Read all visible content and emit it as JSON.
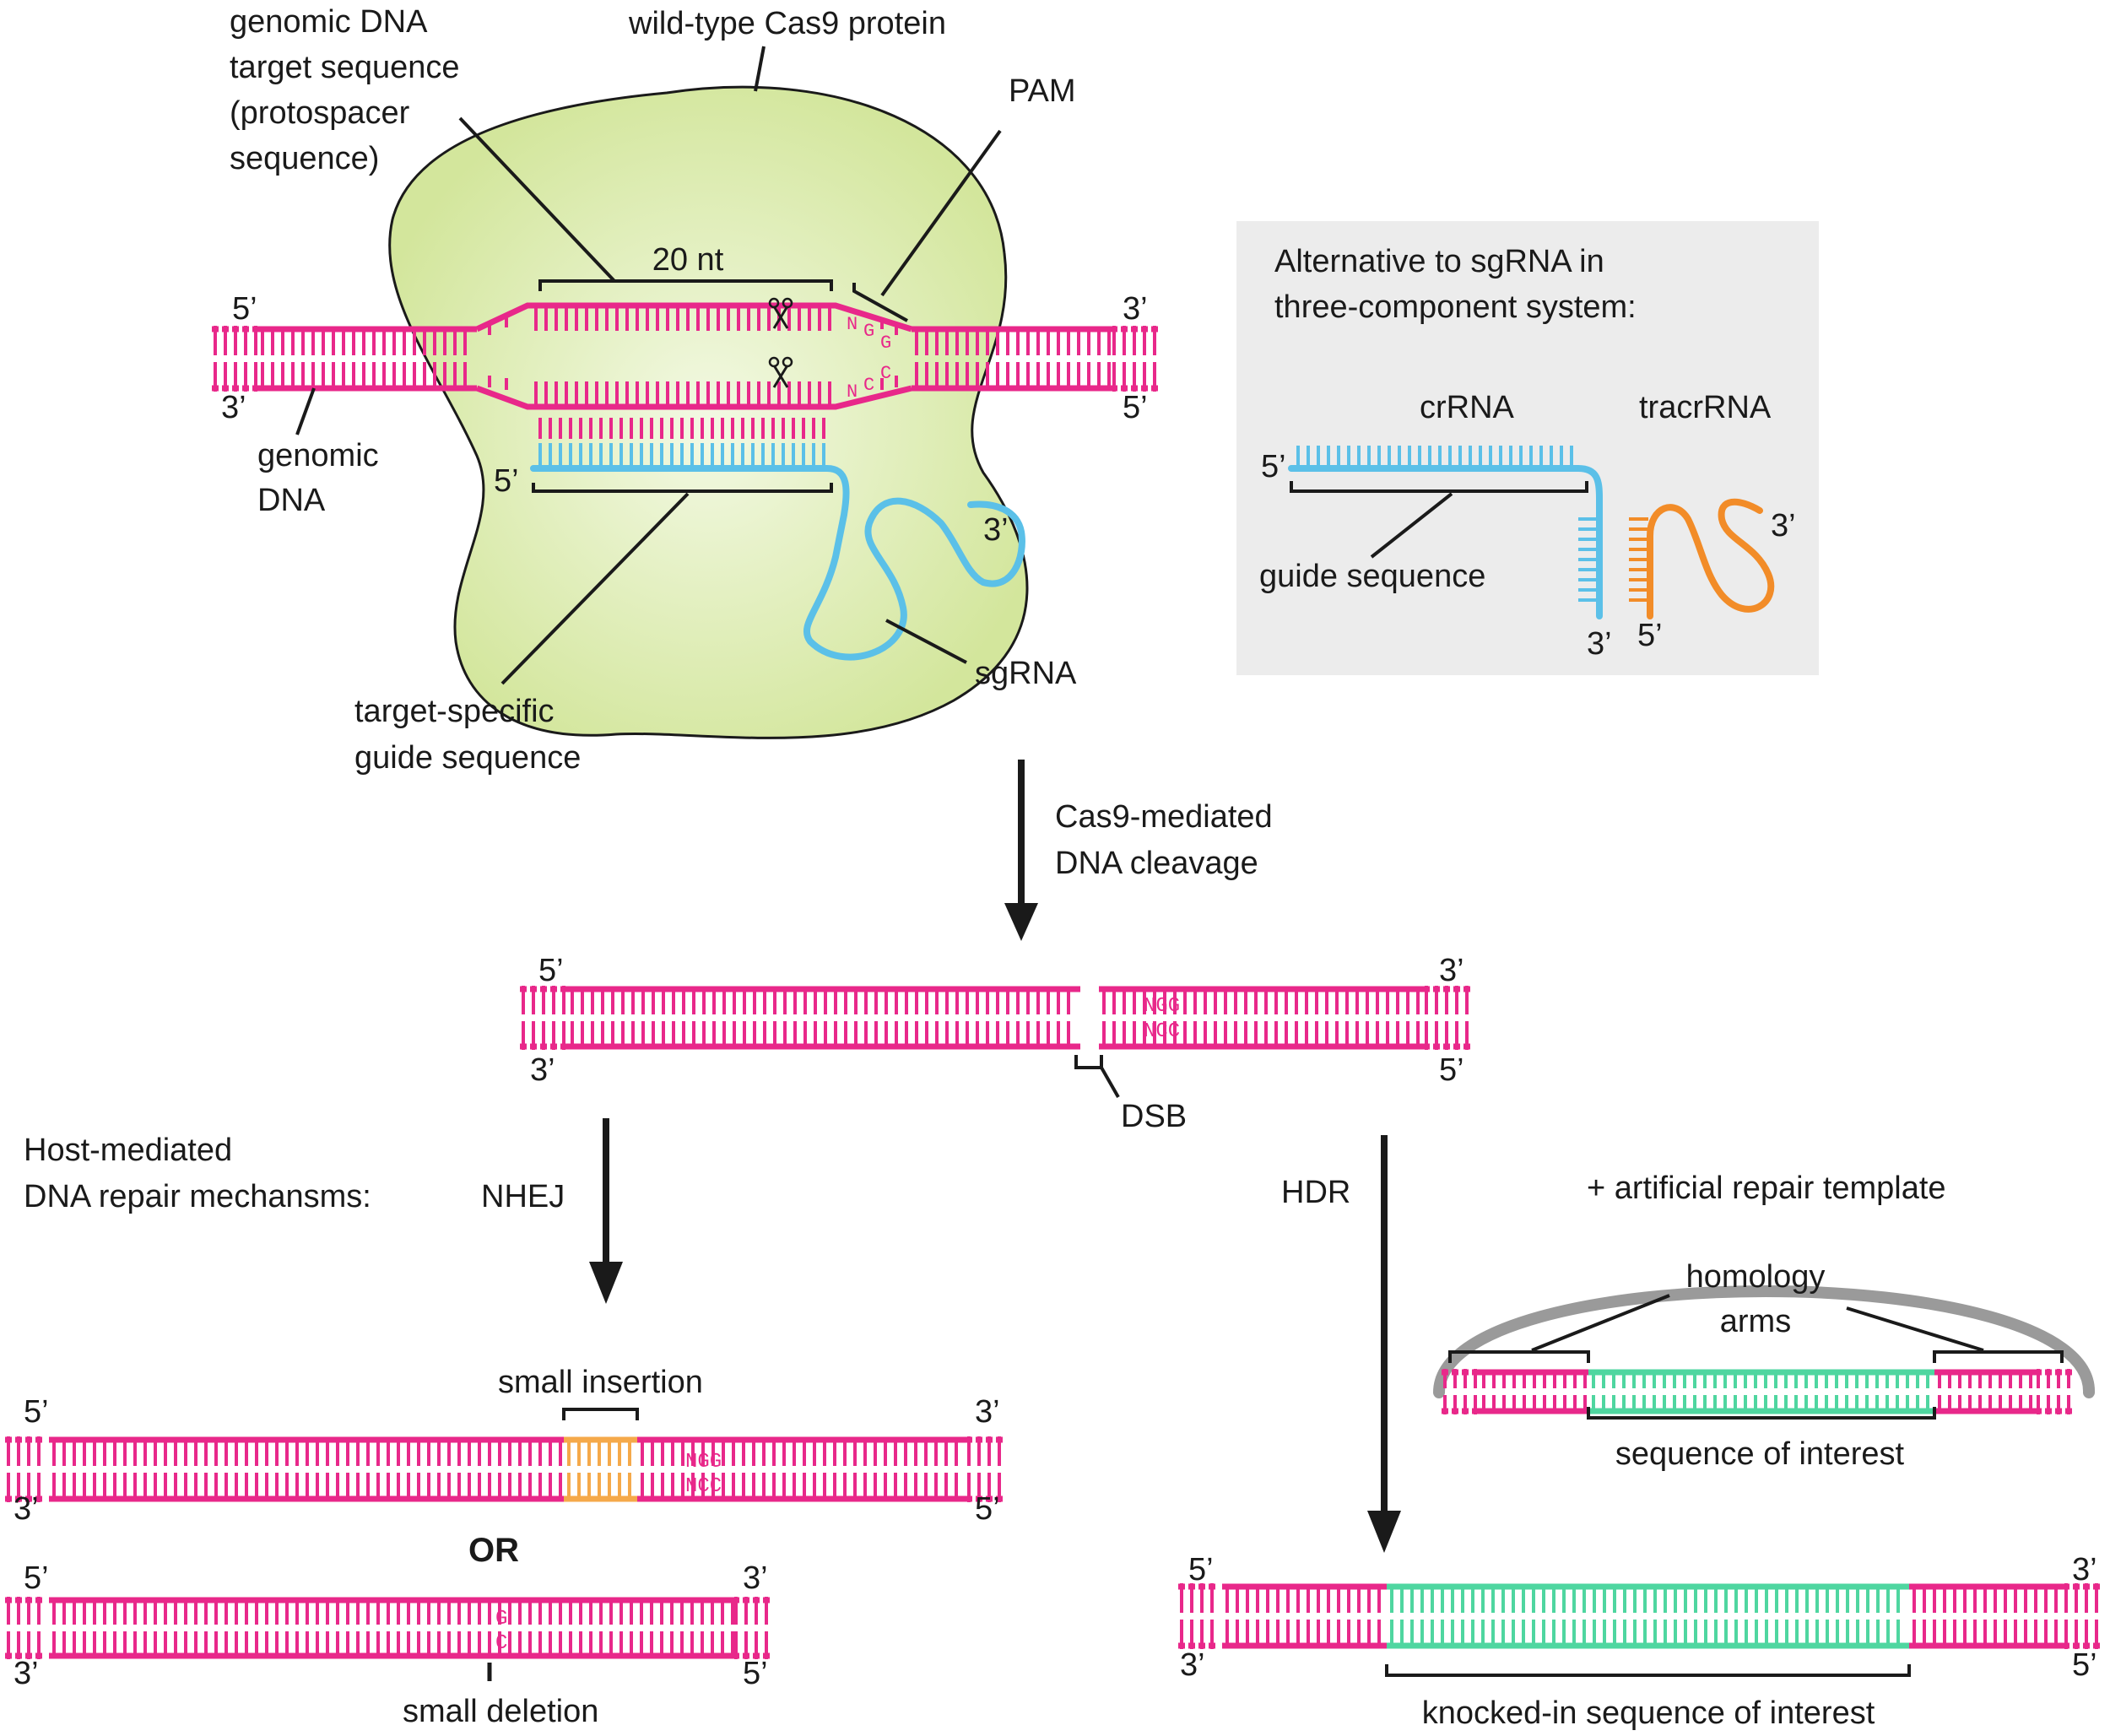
{
  "colors": {
    "dna": "#e8288a",
    "sgrna": "#5bc0e8",
    "tracr": "#f28c28",
    "insertion": "#f5a94a",
    "interest": "#4fd6a0",
    "cas9_fill": "#d3e69c",
    "cas9_center": "#f3f9e4",
    "panel_bg": "#ececec",
    "template_arc": "#9a9a9a",
    "ink": "#1a1a1a"
  },
  "labels": {
    "cas9": "wild-type Cas9 protein",
    "target_line1": "genomic DNA",
    "target_line2": "target sequence",
    "target_line3": "(protospacer",
    "target_line4": "sequence)",
    "pam": "PAM",
    "nt20": "20 nt",
    "genomic_dna_line1": "genomic",
    "genomic_dna_line2": "DNA",
    "guide_line1": "target-specific",
    "guide_line2": "guide sequence",
    "sgrna": "sgRNA",
    "end5": "5’",
    "end3": "3’",
    "pam_top": "NGG",
    "pam_bottom": "NCC",
    "deletion_top": "G",
    "deletion_bottom": "C"
  },
  "alt_panel": {
    "title_line1": "Alternative to sgRNA in",
    "title_line2": "three-component system:",
    "crrna": "crRNA",
    "tracrrna": "tracrRNA",
    "guide": "guide sequence"
  },
  "steps": {
    "cleavage_line1": "Cas9-mediated",
    "cleavage_line2": "DNA cleavage",
    "dsb": "DSB",
    "host_line1": "Host-mediated",
    "host_line2": "DNA repair mechansms:",
    "nhej": "NHEJ",
    "hdr": "HDR",
    "template": "+ artificial repair template",
    "homology_line1": "homology",
    "homology_line2": "arms",
    "seq_interest": "sequence of interest",
    "small_insertion": "small insertion",
    "or": "OR",
    "small_deletion": "small deletion",
    "knocked_in": "knocked-in sequence of interest"
  }
}
